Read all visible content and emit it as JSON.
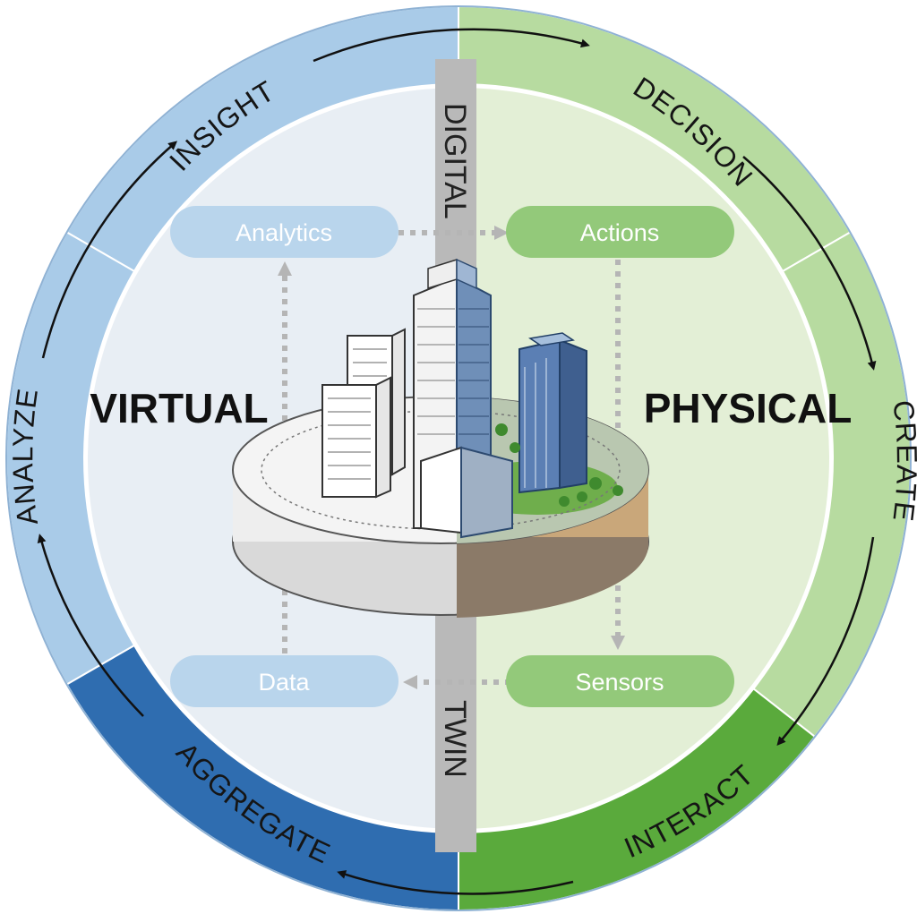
{
  "diagram": {
    "ring_labels": {
      "insight": "INSIGHT",
      "decision": "DECISION",
      "create": "CREATE",
      "interact": "INTERACT",
      "aggregate": "AGGREGATE",
      "analyze": "ANALYZE"
    },
    "sides": {
      "left": "VIRTUAL",
      "right": "PHYSICAL"
    },
    "center_band": {
      "top": "DIGITAL",
      "bottom": "TWIN"
    },
    "nodes": {
      "analytics": "Analytics",
      "actions": "Actions",
      "data": "Data",
      "sensors": "Sensors"
    },
    "colors": {
      "virtual_fill": "#e8eef4",
      "physical_fill": "#e3efd6",
      "ring_blue_light": "#a9cbe8",
      "ring_blue_dark": "#2f6db0",
      "ring_green_light": "#b7dba0",
      "ring_green_dark": "#5aaa3c",
      "band_gray": "#b9b9b9",
      "pill_blue": "#b9d5ec",
      "pill_green": "#93c97a"
    },
    "city_icon": "isometric-city-building-icon"
  }
}
